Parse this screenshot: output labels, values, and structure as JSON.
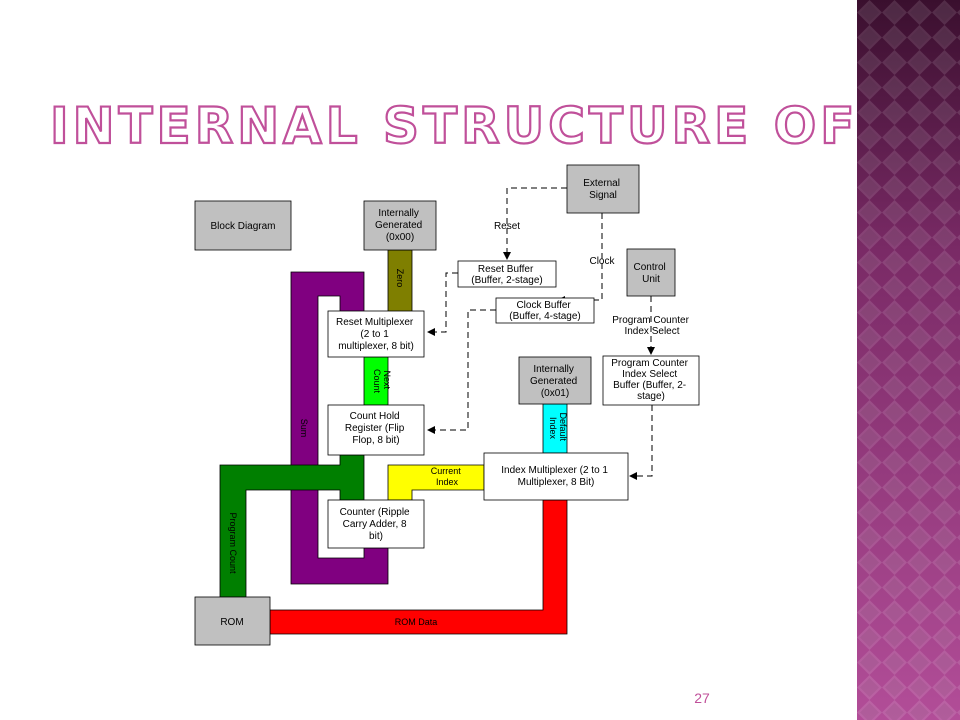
{
  "slide": {
    "title": "Internal Structure of PC",
    "page_number": "27"
  },
  "colors": {
    "title_outline": "#c0509a",
    "panel_dark": "#3a0f2e",
    "panel_light": "#b24d98",
    "box_gray": "#c0c0c0",
    "bus_olive": "#7f7f00",
    "bus_green": "#00ff00",
    "bus_darkgreen": "#007f00",
    "bus_purple": "#800080",
    "bus_yellow": "#ffff00",
    "bus_cyan": "#00ffff",
    "bus_red": "#ff0000"
  },
  "boxes": {
    "block_diagram": [
      "Block Diagram"
    ],
    "internally_generated_0x00": [
      "Internally",
      "Generated",
      "(0x00)"
    ],
    "external_signal": [
      "External",
      "Signal"
    ],
    "control_unit": [
      "Control",
      "Unit"
    ],
    "reset_buffer": [
      "Reset Buffer",
      "(Buffer, 2-stage)"
    ],
    "clock_buffer": [
      "Clock Buffer",
      "(Buffer, 4-stage)"
    ],
    "reset_multiplexer": [
      "Reset Multiplexer",
      "(2 to 1",
      "multiplexer, 8 bit)"
    ],
    "internally_generated_0x01": [
      "Internally",
      "Generated",
      "(0x01)"
    ],
    "pc_index_select_buffer": [
      "Program Counter",
      "Index Select",
      "Buffer (Buffer, 2-",
      "stage)"
    ],
    "count_hold_register": [
      "Count Hold",
      "Register (Flip",
      "Flop, 8 bit)"
    ],
    "index_multiplexer": [
      "Index Multiplexer (2 to 1",
      "Multiplexer, 8 Bit)"
    ],
    "counter": [
      "Counter (Ripple",
      "Carry Adder, 8",
      "bit)"
    ],
    "rom": [
      "ROM"
    ]
  },
  "signals": {
    "reset": "Reset",
    "clock": "Clock",
    "pc_index_select": [
      "Program Counter",
      "Index Select"
    ]
  },
  "buses": {
    "zero": "Zero",
    "next_count": [
      "Next",
      "Count"
    ],
    "sum": "Sum",
    "default_index": [
      "Default",
      "Index"
    ],
    "current_index": [
      "Current",
      "Index"
    ],
    "program_count": "Program Count",
    "rom_data": "ROM Data"
  }
}
